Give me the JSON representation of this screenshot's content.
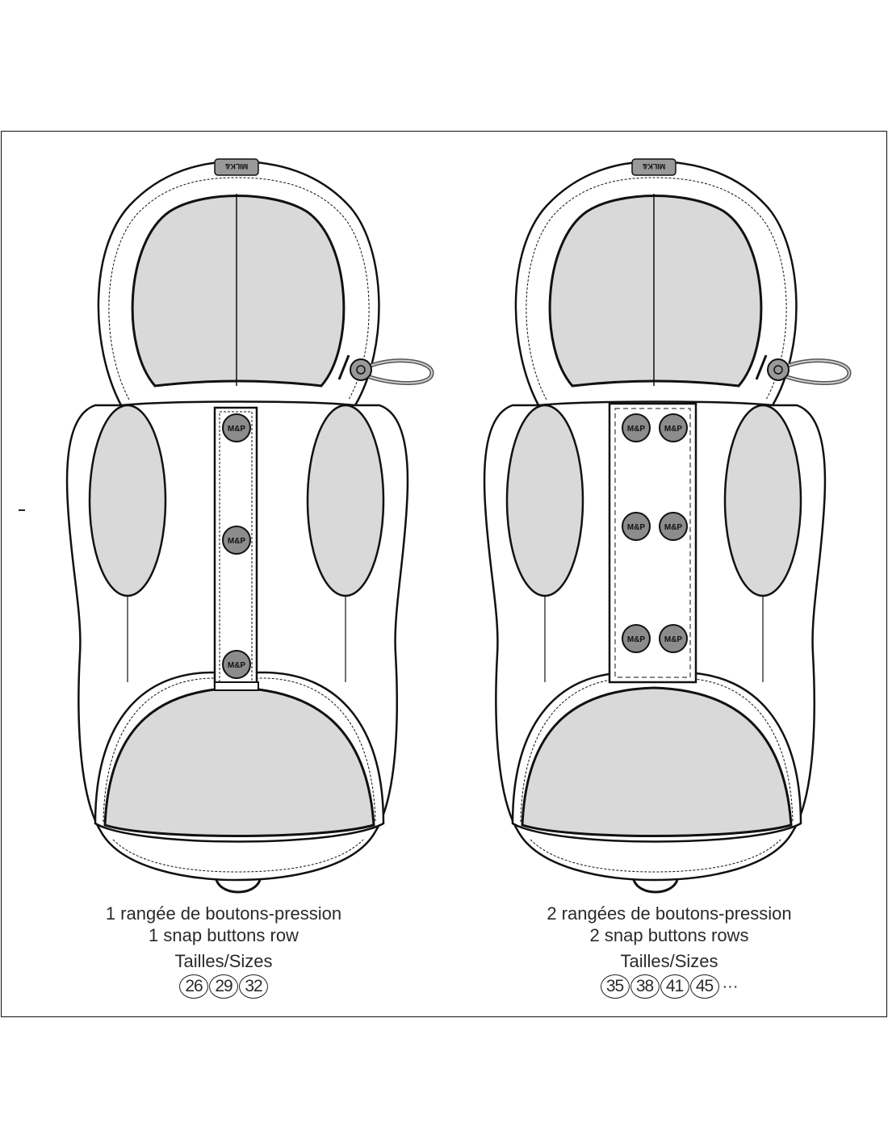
{
  "logo_text": "MILK & PEPPER",
  "button_text": "M&P",
  "garments": [
    {
      "label_fr": "1 rangée de boutons-pression",
      "label_en": "1 snap buttons row",
      "sizes_title": "Tailles/Sizes",
      "sizes": [
        "26",
        "29",
        "32"
      ],
      "more": ""
    },
    {
      "label_fr": "2 rangées de boutons-pression",
      "label_en": "2 snap buttons rows",
      "sizes_title": "Tailles/Sizes",
      "sizes": [
        "35",
        "38",
        "41",
        "45"
      ],
      "more": "···"
    }
  ],
  "colors": {
    "fill": "#d9d9d9",
    "line": "#111111",
    "button": "#8c8c8c"
  }
}
